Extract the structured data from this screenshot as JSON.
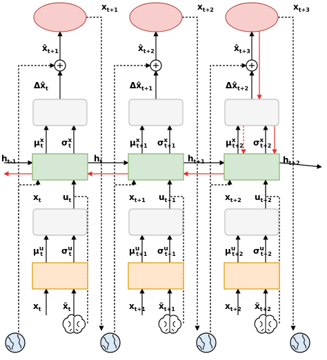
{
  "colors": {
    "ellipse_fill": "#f8cecc",
    "ellipse_stroke": "#b85450",
    "gray_fill": "#f5f5f5",
    "gray_stroke": "#bdbdbd",
    "green_fill": "#d5e8d4",
    "green_stroke": "#82b366",
    "orange_fill": "#ffe6cc",
    "orange_stroke": "#d79b00",
    "arrow": "#000000",
    "grad_arrow": "#e8302f",
    "globe": "#5b8fc9"
  },
  "icons": {
    "plus": "plus-circle-icon",
    "brain": "brain-icon",
    "globe": "globe-icon"
  },
  "edge_labels": {
    "h_in": {
      "main": "h",
      "sub": "t-1"
    },
    "h_out": {
      "main": "h",
      "sub": "t+2"
    }
  },
  "columns": [
    {
      "x_next": {
        "main": "x",
        "sub": "t+1"
      },
      "xhat": {
        "main": "x̂",
        "sub": "t+1"
      },
      "dxhat": {
        "main": "Δx̂",
        "sub": "t"
      },
      "mu_x": {
        "main": "μ",
        "sup": "x",
        "sub": "t"
      },
      "sigma_x": {
        "main": "σ",
        "sup": "x",
        "sub": "t"
      },
      "h_right": {
        "main": "h",
        "sub": "t"
      },
      "x_in_green": {
        "main": "x",
        "sub": "t"
      },
      "u": {
        "main": "u",
        "sub": "t"
      },
      "mu_u": {
        "main": "μ",
        "sup": "u",
        "sub": "t"
      },
      "sigma_u": {
        "main": "σ",
        "sup": "u",
        "sub": "t"
      },
      "x_in": {
        "main": "x",
        "sub": "t"
      },
      "xtilde": {
        "main": "x̃",
        "sub": "t"
      }
    },
    {
      "x_next": {
        "main": "x",
        "sub": "t+2"
      },
      "xhat": {
        "main": "x̂",
        "sub": "t+2"
      },
      "dxhat": {
        "main": "Δx̂",
        "sub": "t+1"
      },
      "mu_x": {
        "main": "μ",
        "sup": "x",
        "sub": "t+1"
      },
      "sigma_x": {
        "main": "σ",
        "sup": "x",
        "sub": "t+1"
      },
      "h_right": {
        "main": "h",
        "sub": "t+1"
      },
      "x_in_green": {
        "main": "x",
        "sub": "t+1"
      },
      "u": {
        "main": "u",
        "sub": "t+1"
      },
      "mu_u": {
        "main": "μ",
        "sup": "u",
        "sub": "t+1"
      },
      "sigma_u": {
        "main": "σ",
        "sup": "u",
        "sub": "t+1"
      },
      "x_in": {
        "main": "x",
        "sub": "t+1"
      },
      "xtilde": {
        "main": "x̃",
        "sub": "t+1"
      }
    },
    {
      "x_next": {
        "main": "x",
        "sub": "t+3"
      },
      "xhat": {
        "main": "x̂",
        "sub": "t+3"
      },
      "dxhat": {
        "main": "Δx̂",
        "sub": "t+2"
      },
      "mu_x": {
        "main": "μ",
        "sup": "x",
        "sub": "t+2"
      },
      "sigma_x": {
        "main": "σ",
        "sup": "x",
        "sub": "t+2"
      },
      "x_in_green": {
        "main": "x",
        "sub": "t+2"
      },
      "u": {
        "main": "u",
        "sub": "t+2"
      },
      "mu_u": {
        "main": "μ",
        "sup": "u",
        "sub": "t+2"
      },
      "sigma_u": {
        "main": "σ",
        "sup": "u",
        "sub": "t+2"
      },
      "x_in": {
        "main": "x",
        "sub": "t+2"
      },
      "xtilde": {
        "main": "x̃",
        "sub": "t+2"
      }
    }
  ]
}
